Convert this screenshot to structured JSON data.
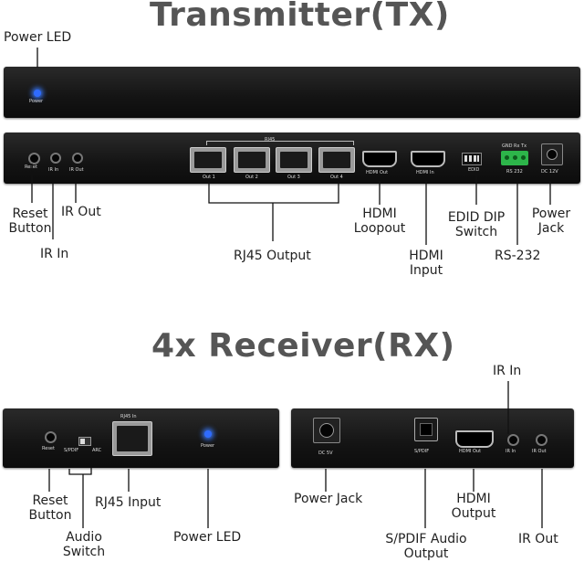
{
  "titles": {
    "transmitter": "Transmitter(TX)",
    "receiver": "4x Receiver(RX)"
  },
  "tx_front": {
    "led_label": "Power"
  },
  "tx_rear": {
    "reset": "Reset",
    "ir_in": "IR In",
    "ir_out": "IR Out",
    "rj45_group": "RJ45",
    "outs": [
      "Out 1",
      "Out 2",
      "Out 3",
      "Out 4"
    ],
    "hdmi_out": "HDMI Out",
    "hdmi_in": "HDMI In",
    "edid": "EDID",
    "rs232_pins": "GND Rx  Tx",
    "rs232": "RS 232",
    "dc": "DC 12V"
  },
  "rx_left": {
    "reset": "Reset",
    "spdif": "S/PDIF",
    "arc": "ARC",
    "rj45_in": "RJ45 In",
    "power": "Power"
  },
  "rx_right": {
    "dc": "DC 5V",
    "spdif": "S/PDIF",
    "hdmi_out": "HDMI Out",
    "ir_in": "IR In",
    "ir_out": "IR Out"
  },
  "callouts": {
    "power_led_top": "Power LED",
    "reset_button": "Reset\nButton",
    "ir_in": "IR In",
    "ir_out": "IR Out",
    "rj45_output": "RJ45 Output",
    "hdmi_loopout": "HDMI\nLoopout",
    "hdmi_input": "HDMI\nInput",
    "edid_dip": "EDID DIP\nSwitch",
    "rs232": "RS-232",
    "power_jack": "Power\nJack",
    "rx_ir_in": "IR In",
    "rx_reset": "Reset\nButton",
    "audio_switch": "Audio\nSwitch",
    "rj45_input": "RJ45 Input",
    "rx_power_led": "Power LED",
    "rx_power_jack": "Power Jack",
    "spdif_output": "S/PDIF Audio\nOutput",
    "hdmi_output": "HDMI\nOutput",
    "rx_ir_out": "IR Out"
  }
}
